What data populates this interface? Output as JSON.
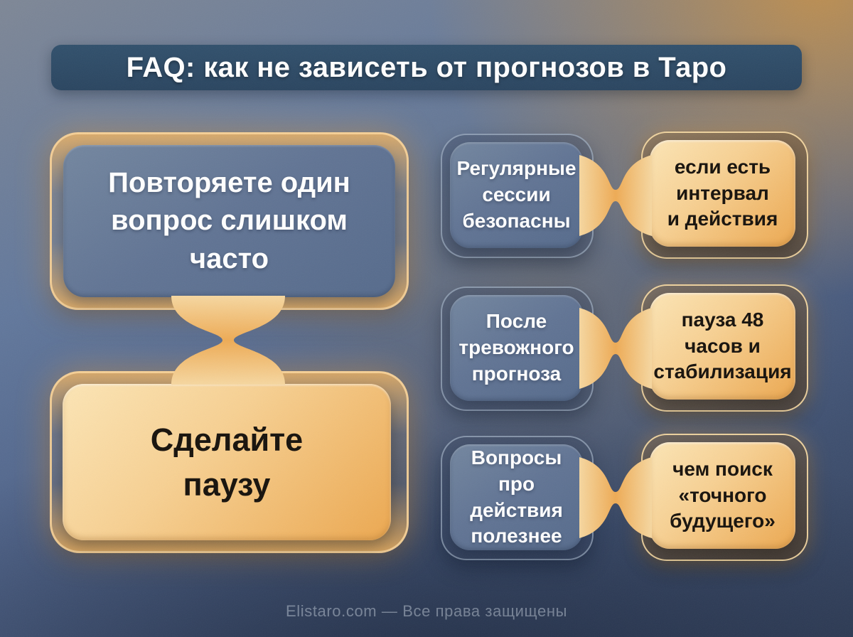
{
  "title": "FAQ: как не зависеть от прогнозов в Таро",
  "flow": {
    "problem": "Повторяете один\nвопрос слишком\nчасто",
    "solution": "Сделайте\nпаузу"
  },
  "faq_rows": [
    {
      "question": "Регулярные\nсессии\nбезопасны",
      "answer": "если есть\nинтервал\nи действия"
    },
    {
      "question": "После\nтревожного\nпрогноза",
      "answer": "пауза 48\nчасов и\nстабилизация"
    },
    {
      "question": "Вопросы\nпро действия\nполезнее",
      "answer": "чем поиск\n«точного\nбудущего»"
    }
  ],
  "footer": "Elistaro.com — Все права защищены",
  "colors": {
    "banner_navy": "#2e4a63",
    "panel_blue": "#64789a",
    "accent_orange": "#efa951",
    "frame_gold": "#f2cf9b",
    "text_light": "#ffffff",
    "text_dark": "#17120c"
  }
}
